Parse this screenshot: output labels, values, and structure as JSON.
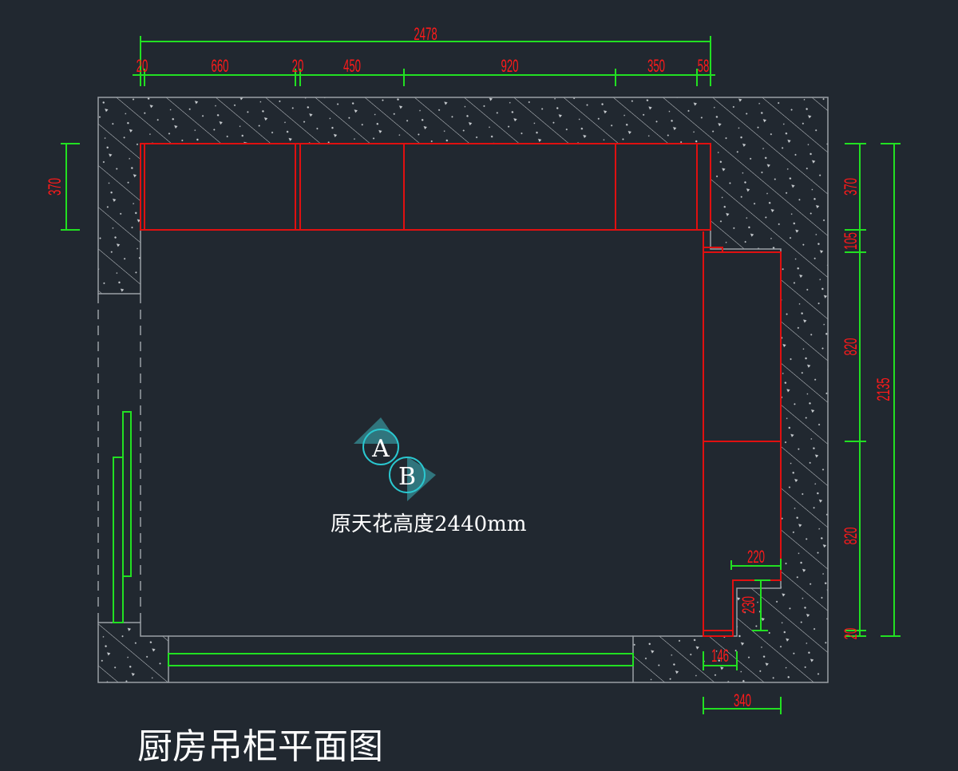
{
  "title": "厨房吊柜平面图",
  "ceiling_note": "原天花高度2440mm",
  "markers": [
    "A",
    "B"
  ],
  "dims_top_total": "2478",
  "dims_top": [
    "20",
    "660",
    "20",
    "450",
    "920",
    "350",
    "58"
  ],
  "dims_left": "370",
  "dims_right": [
    "370",
    "105",
    "820",
    "820",
    "20"
  ],
  "dims_right_total": "2135",
  "dims_notch": {
    "width": "220",
    "height": "230",
    "bottom": "146",
    "depth": "340"
  },
  "colors": {
    "background": "#212830",
    "dimension": "#22e022",
    "cabinet": "#e01010",
    "text_dim": "#ff1a1a",
    "marker": "#2ac8d0"
  }
}
